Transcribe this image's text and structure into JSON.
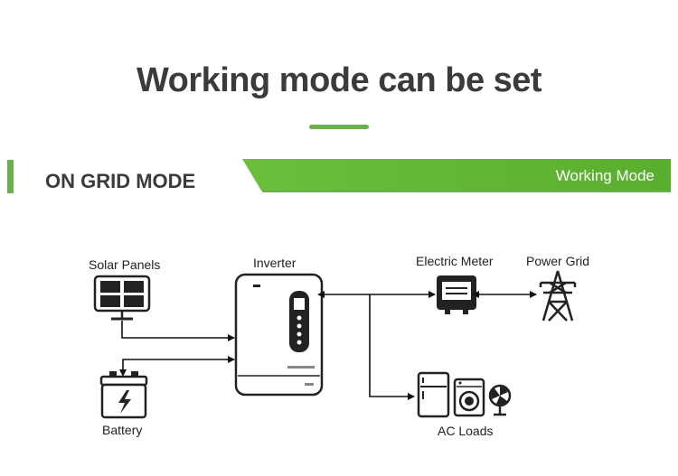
{
  "header": {
    "title": "Working mode can be set",
    "mode_label": "ON GRID MODE",
    "banner_label": "Working Mode"
  },
  "diagram": {
    "nodes": {
      "solar_panels": "Solar Panels",
      "inverter": "Inverter",
      "electric_meter": "Electric Meter",
      "power_grid": "Power Grid",
      "battery": "Battery",
      "ac_loads": "AC Loads"
    }
  },
  "colors": {
    "accent_green": "#6ab04c",
    "text_dark": "#3b3b3b",
    "line": "#111111"
  }
}
